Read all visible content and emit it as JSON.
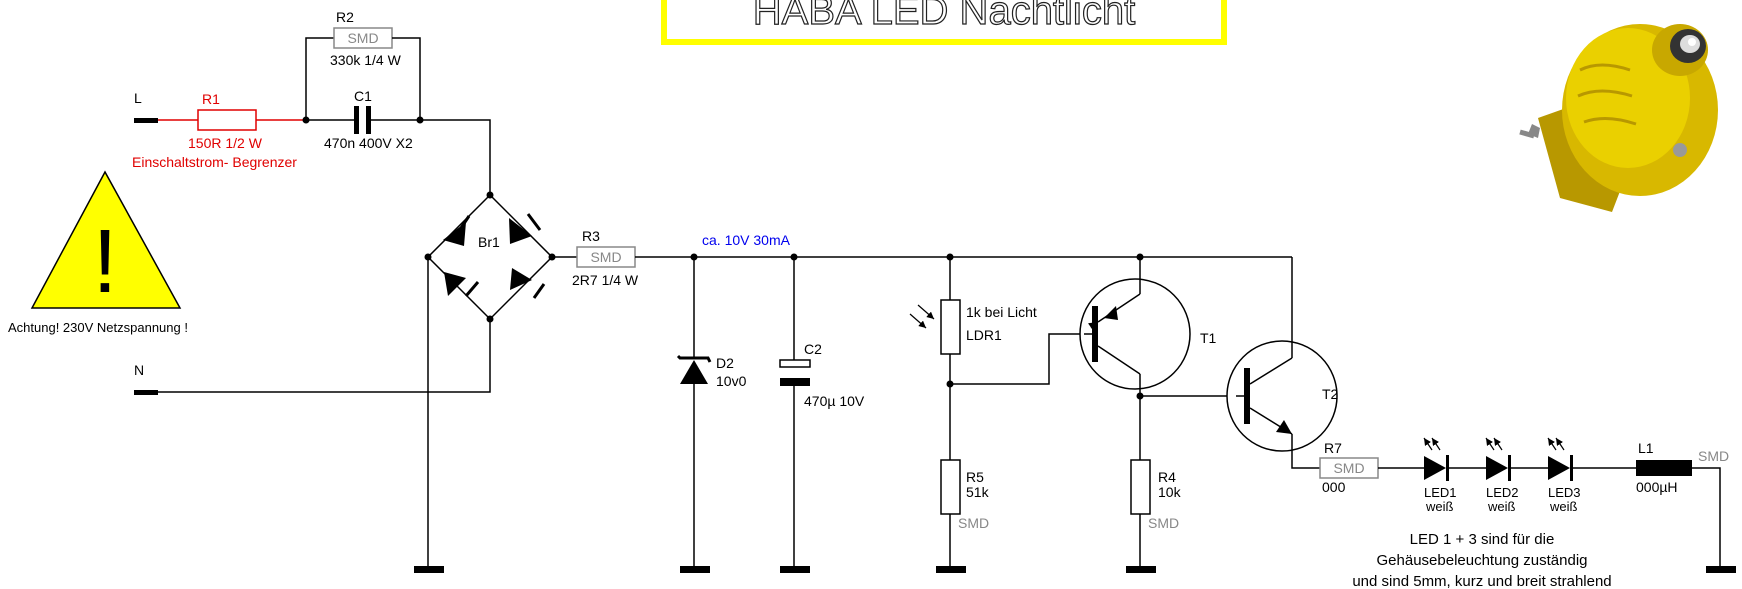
{
  "title": "HABA LED Nachtlicht",
  "warning": {
    "symbol": "!",
    "text": "Achtung! 230V Netzspannung  !"
  },
  "nodes": {
    "L": "L",
    "N": "N"
  },
  "R1": {
    "name": "R1",
    "value": "150R  1/2 W",
    "note": "Einschaltstrom- Begrenzer"
  },
  "R2": {
    "name": "R2",
    "package": "SMD",
    "value": "330k  1/4 W"
  },
  "C1": {
    "name": "C1",
    "value": "470n 400V X2"
  },
  "Br1": {
    "name": "Br1"
  },
  "R3": {
    "name": "R3",
    "package": "SMD",
    "value": "2R7 1/4 W"
  },
  "supply": {
    "label": "ca. 10V 30mA"
  },
  "D2": {
    "name": "D2",
    "value": "10v0"
  },
  "C2": {
    "name": "C2",
    "value": "470µ 10V"
  },
  "LDR1": {
    "name": "LDR1",
    "value": "1k bei Licht"
  },
  "R5": {
    "name": "R5",
    "value": "51k",
    "package": "SMD"
  },
  "T1": {
    "name": "T1"
  },
  "R4": {
    "name": "R4",
    "value": "10k",
    "package": "SMD"
  },
  "T2": {
    "name": "T2"
  },
  "R7": {
    "name": "R7",
    "package": "SMD",
    "value": "000"
  },
  "leds": [
    {
      "name": "LED1",
      "color": "weiß"
    },
    {
      "name": "LED2",
      "color": "weiß"
    },
    {
      "name": "LED3",
      "color": "weiß"
    }
  ],
  "L1": {
    "name": "L1",
    "value": "000µH",
    "package": "SMD"
  },
  "note": {
    "line1": "LED 1 + 3 sind für die",
    "line2": "Gehäusebeleuchtung zuständig",
    "line3": "und sind 5mm, kurz und breit strahlend"
  },
  "colors": {
    "title_frame": "#ffff00",
    "warning_fill": "#ffff00",
    "accent_red": "#e00000",
    "accent_blue": "#0000ee",
    "device_body": "#d8b800"
  }
}
